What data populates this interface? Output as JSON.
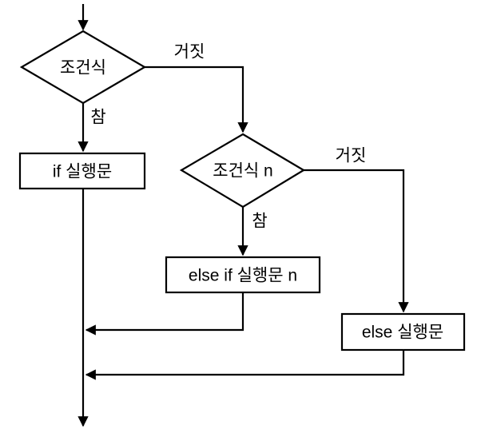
{
  "diagram": {
    "type": "flowchart",
    "background": "#ffffff",
    "stroke_color": "#000000",
    "nodes": {
      "condition1": {
        "label": "조건식",
        "shape": "decision"
      },
      "if_statement": {
        "label": "if 실행문",
        "shape": "process"
      },
      "condition_n": {
        "label": "조건식 n",
        "shape": "decision"
      },
      "else_if_statement": {
        "label": "else if 실행문 n",
        "shape": "process"
      },
      "else_statement": {
        "label": "else 실행문",
        "shape": "process"
      }
    },
    "edge_labels": {
      "condition1_false": "거짓",
      "condition1_true": "참",
      "condition_n_false": "거짓",
      "condition_n_true": "참"
    }
  }
}
